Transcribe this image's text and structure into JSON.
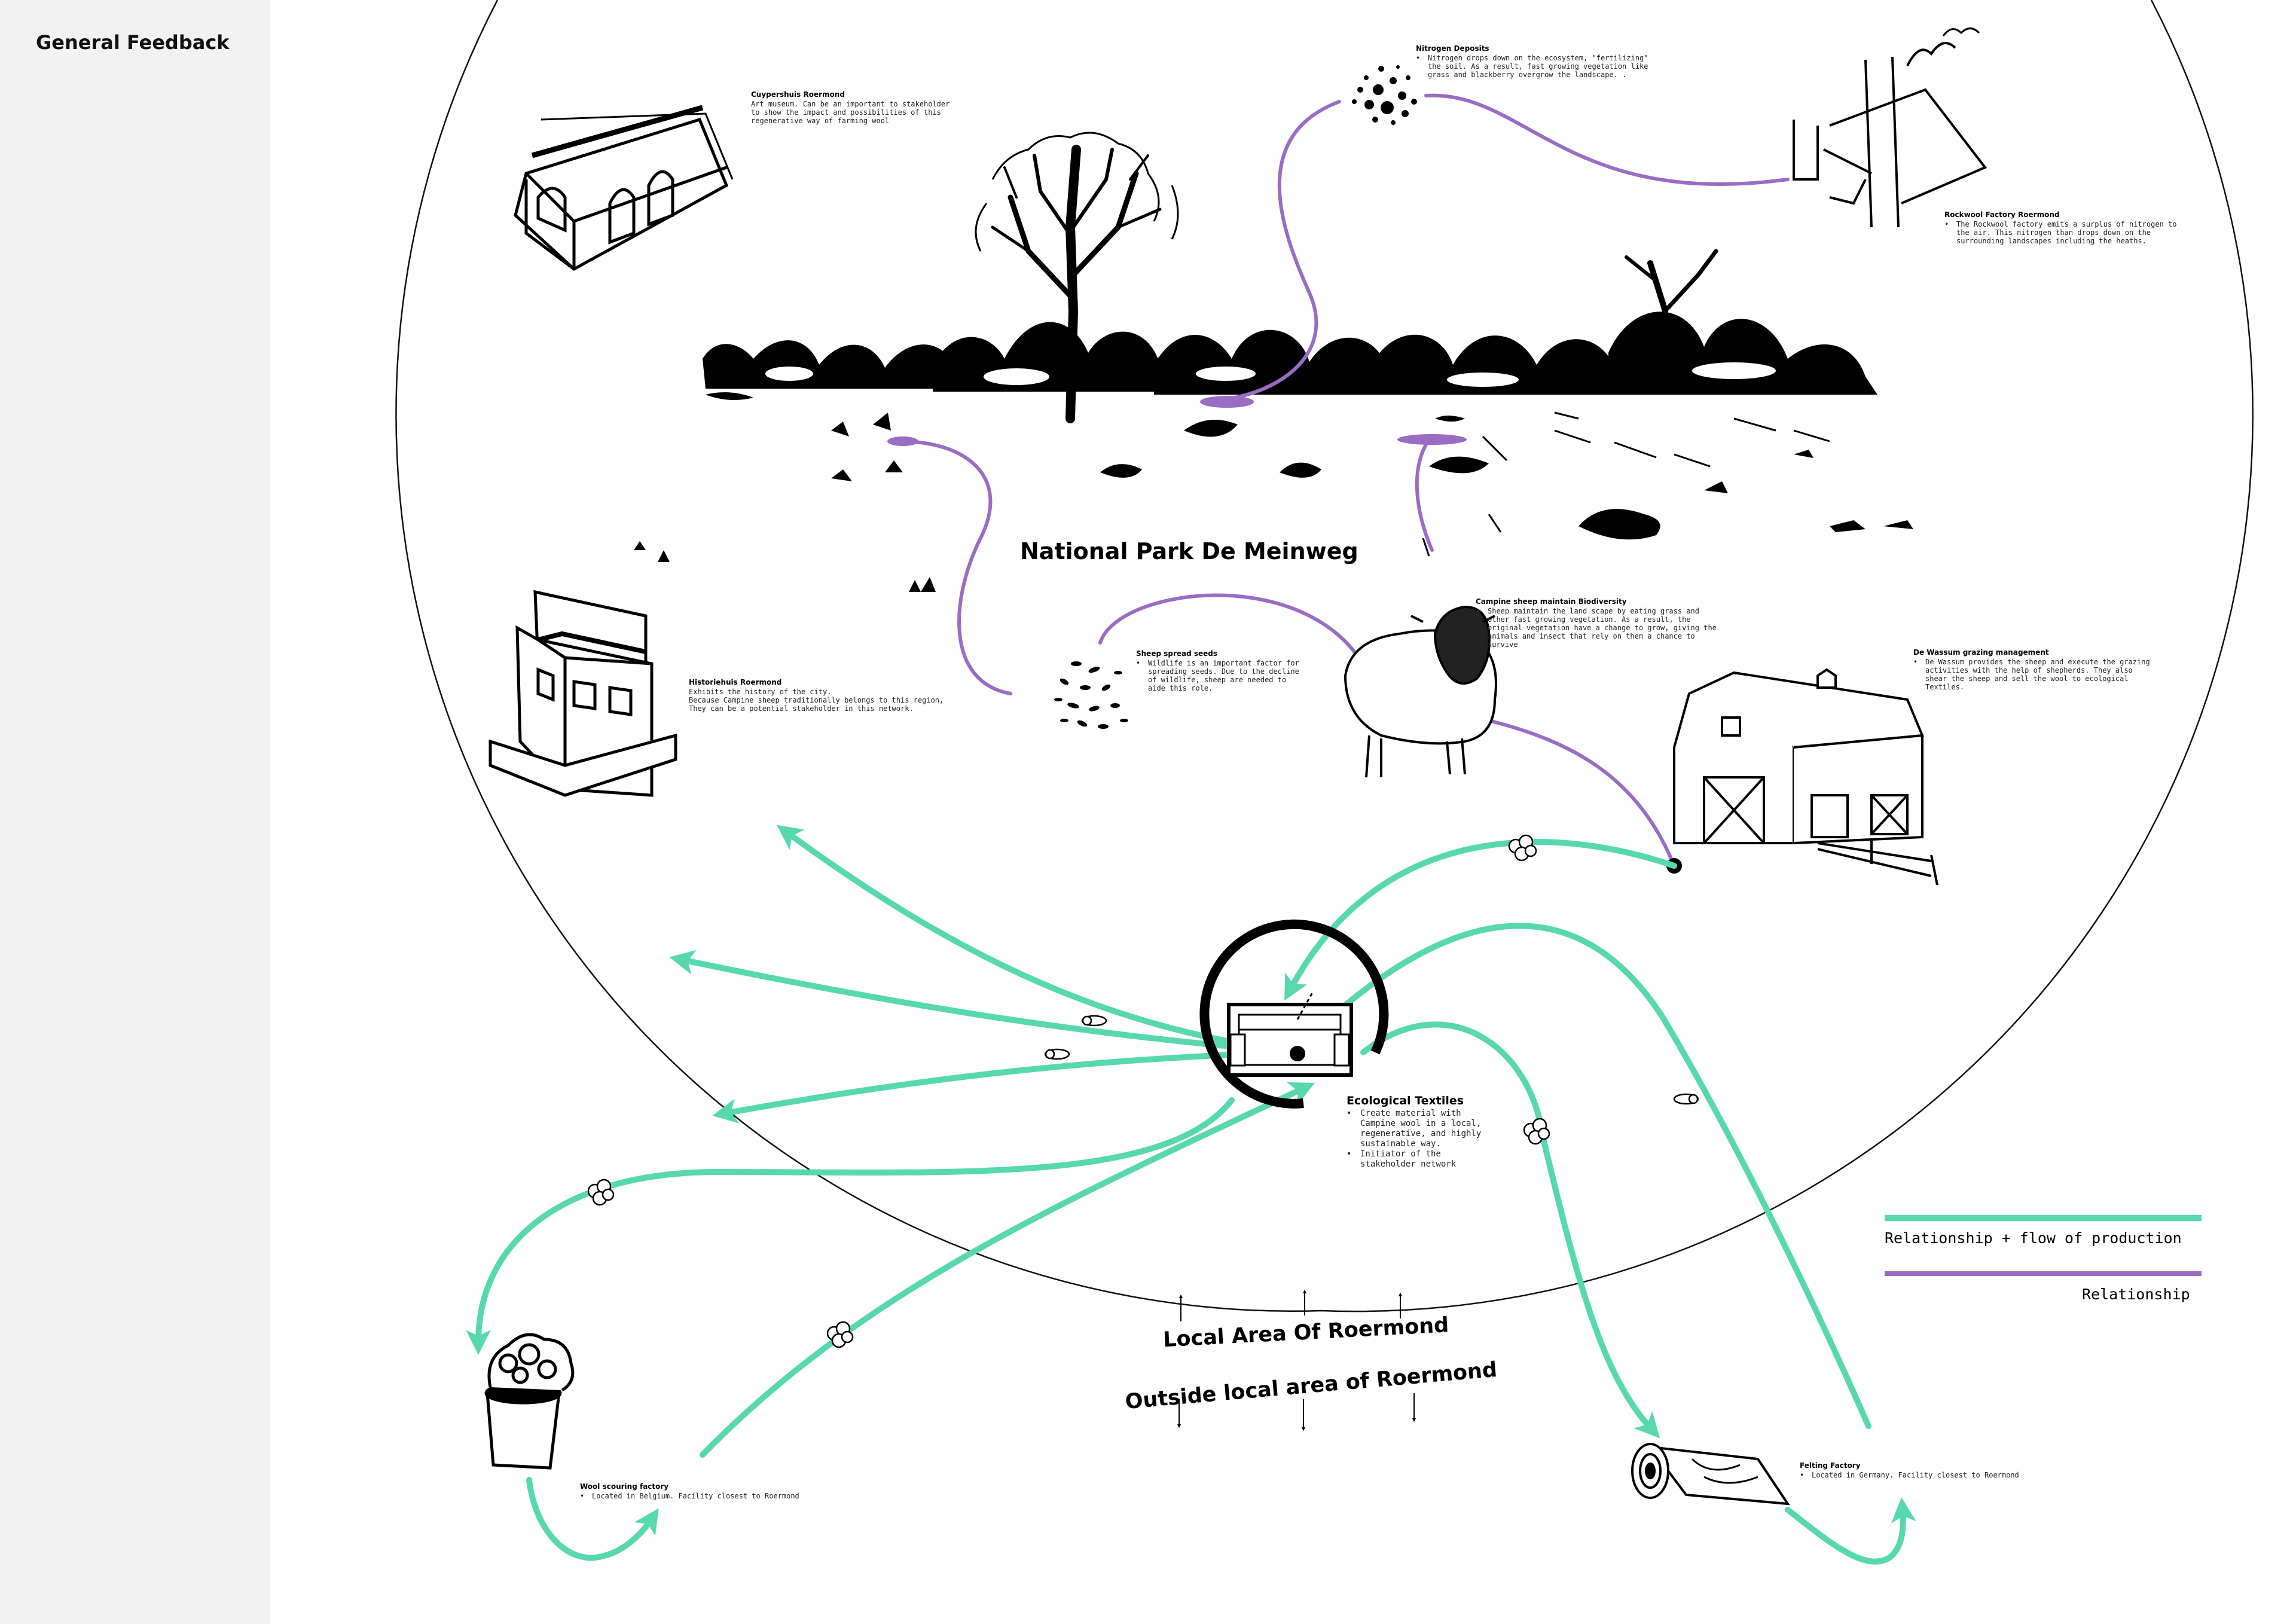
{
  "sidebar": {
    "title": "General Feedback"
  },
  "colors": {
    "production": "#57d8ad",
    "relationship": "#9b6cc4",
    "ink": "#000000"
  },
  "park_title": "National Park De Meinweg",
  "boundary": {
    "inside": "Local Area Of Roermond",
    "outside": "Outside local area of Roermond"
  },
  "center": {
    "title": "Ecological Textiles",
    "bullets": [
      "Create material with",
      "Campine wool in a local,",
      "regenerative, and highly",
      "sustainable way.",
      "Initiator of the",
      "stakeholder network"
    ]
  },
  "nodes": {
    "cuypershuis": {
      "title": "Cuypershuis Roermond",
      "lines": [
        "Art museum. Can be an important to stakeholder",
        "to show the impact and possibilities of this",
        "regenerative way of farming wool"
      ]
    },
    "nitrogen": {
      "title": "Nitrogen Deposits",
      "lines": [
        "Nitrogen drops down on the ecosystem, \"fertilizing\"",
        "the soil. As a result, fast growing vegetation like",
        "grass and blackberry overgrow the landscape. ."
      ]
    },
    "rockwool": {
      "title": "Rockwool Factory Roermond",
      "lines": [
        "The Rockwool factory emits a surplus of nitrogen to",
        "the air. This nitrogen than drops down on the",
        "surrounding landscapes including the heaths."
      ]
    },
    "historiehuis": {
      "title": "Historiehuis Roermond",
      "lines": [
        "Exhibits the history of the city.",
        "Because Campine sheep traditionally belongs to this region,",
        "They can be a potential stakeholder in this network."
      ]
    },
    "seeds": {
      "title": "Sheep spread seeds",
      "lines": [
        "Wildlife is an important factor for",
        "spreading seeds. Due to the decline",
        "of wildlife, sheep are needed to",
        "aide this role."
      ]
    },
    "campine": {
      "title": "Campine sheep maintain Biodiversity",
      "lines": [
        "Sheep maintain the land scape by eating grass and",
        "other fast growing vegetation. As a result, the",
        "original vegetation have a change to grow, giving the",
        "animals and insect that rely on them a chance to",
        "survive"
      ]
    },
    "wassum": {
      "title": "De Wassum grazing management",
      "lines": [
        "De Wassum provides the sheep and execute the grazing",
        "activities with the help of shepherds. They also",
        "shear the sheep and sell the wool to ecological",
        "Textiles."
      ]
    },
    "scouring": {
      "title": "Wool scouring factory",
      "lines": [
        "Located in Belgium. Facility closest to Roermond"
      ]
    },
    "felting": {
      "title": "Felting Factory",
      "lines": [
        "Located in Germany. Facility closest to Roermond"
      ]
    }
  },
  "legend": {
    "production": "Relationship + flow of production",
    "relationship": "Relationship"
  }
}
